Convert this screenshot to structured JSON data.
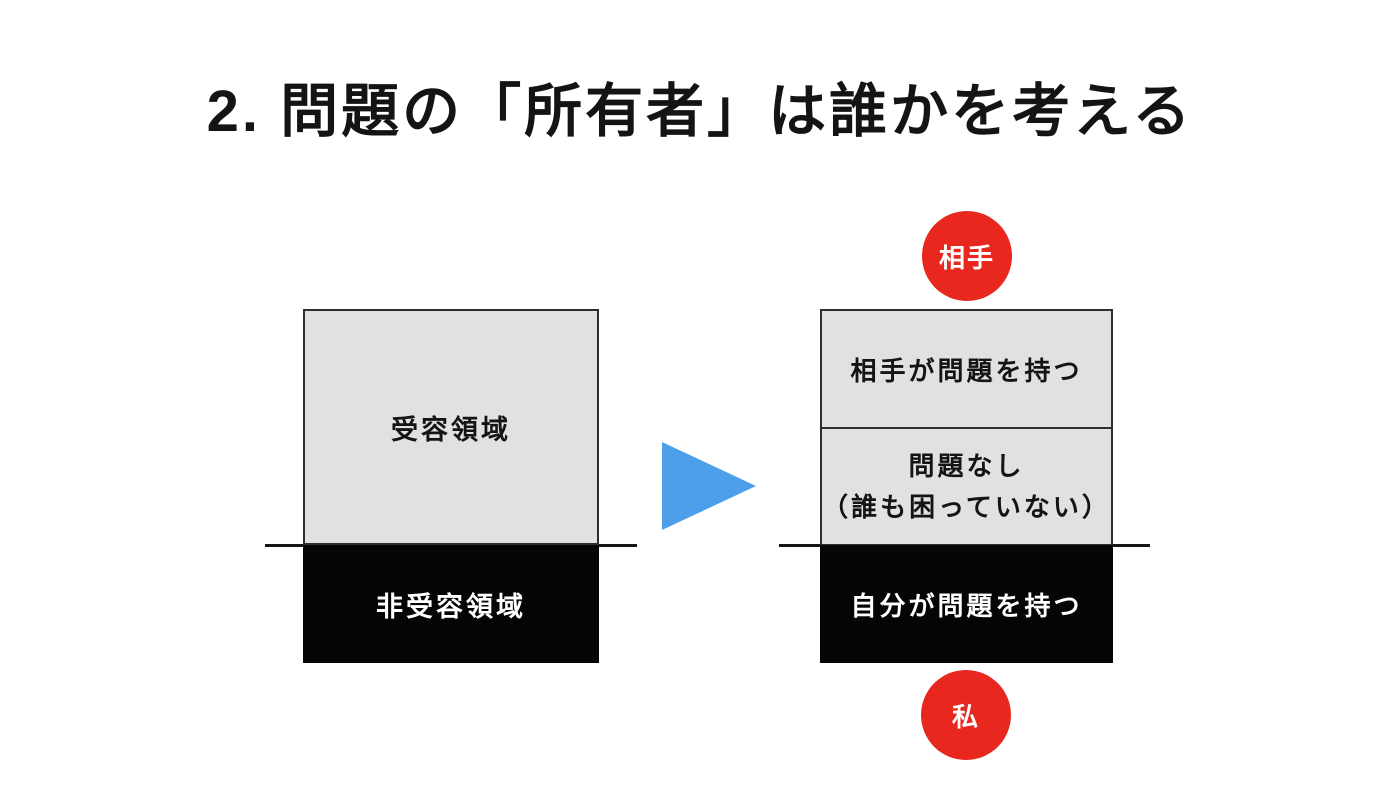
{
  "title": "2. 問題の「所有者」は誰かを考える",
  "left_diagram": {
    "top_label": "受容領域",
    "bottom_label": "非受容領域"
  },
  "arrow": {
    "direction": "right"
  },
  "right_diagram": {
    "top_badge": "相手",
    "bottom_badge": "私",
    "sections": [
      {
        "type": "gray",
        "label": "相手が問題を持つ"
      },
      {
        "type": "gray",
        "label_line1": "問題なし",
        "label_line2": "（誰も困っていない）"
      },
      {
        "type": "black",
        "label": "自分が問題を持つ"
      }
    ]
  },
  "colors": {
    "accent_red": "#e8281e",
    "arrow_blue": "#4d9fec",
    "box_gray": "#e0e1e3",
    "box_black": "#050505"
  }
}
